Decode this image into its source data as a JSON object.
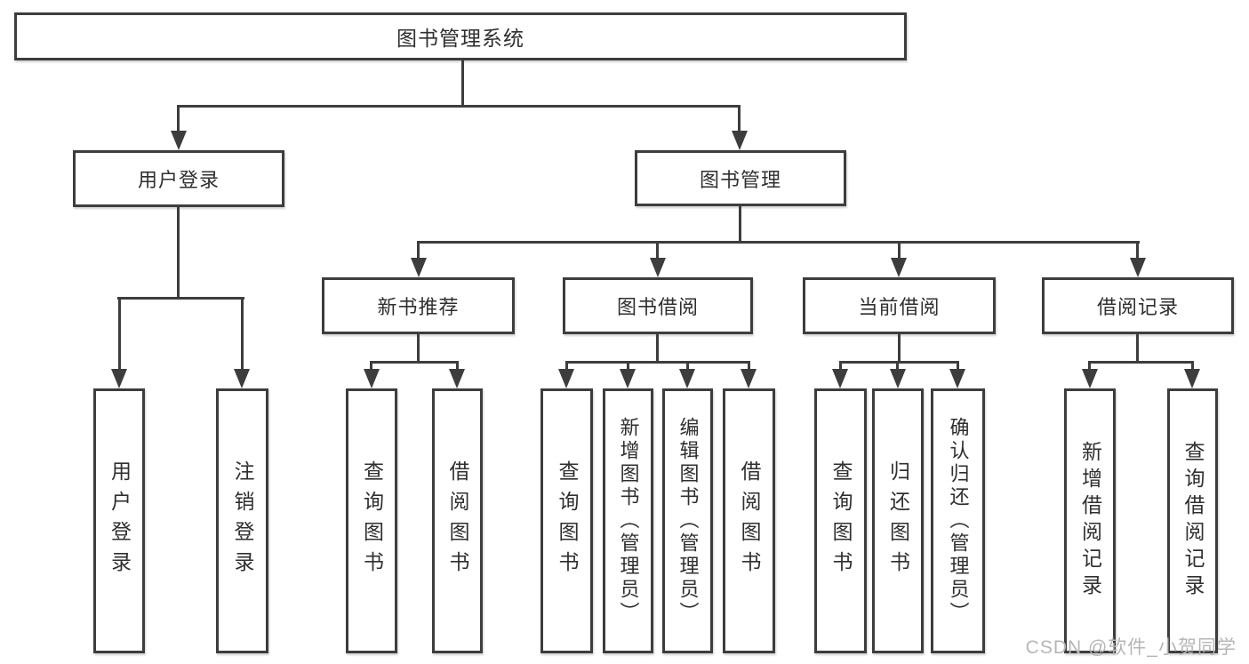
{
  "diagram": {
    "root": {
      "label": "图书管理系统"
    },
    "user_login": {
      "label": "用户登录",
      "children": [
        {
          "label": "用户登录"
        },
        {
          "label": "注销登录"
        }
      ]
    },
    "book_management": {
      "label": "图书管理",
      "sections": [
        {
          "label": "新书推荐",
          "children": [
            {
              "label": "查询图书"
            },
            {
              "label": "借阅图书"
            }
          ]
        },
        {
          "label": "图书借阅",
          "children": [
            {
              "label": "查询图书"
            },
            {
              "label": "新增图书（管理员）"
            },
            {
              "label": "编辑图书（管理员）"
            },
            {
              "label": "借阅图书"
            }
          ]
        },
        {
          "label": "当前借阅",
          "children": [
            {
              "label": "查询图书"
            },
            {
              "label": "归还图书"
            },
            {
              "label": "确认归还（管理员）"
            }
          ]
        },
        {
          "label": "借阅记录",
          "children": [
            {
              "label": "新增借阅记录"
            },
            {
              "label": "查询借阅记录"
            }
          ]
        }
      ]
    },
    "watermark": "CSDN @软件_小贺同学"
  },
  "colors": {
    "line": "#3d3d3d",
    "box_border": "#3d3d3d",
    "box_background": "#ffffff",
    "text": "#2f2f2f",
    "watermark": "#b6b6b6",
    "page_background": "#ffffff"
  }
}
